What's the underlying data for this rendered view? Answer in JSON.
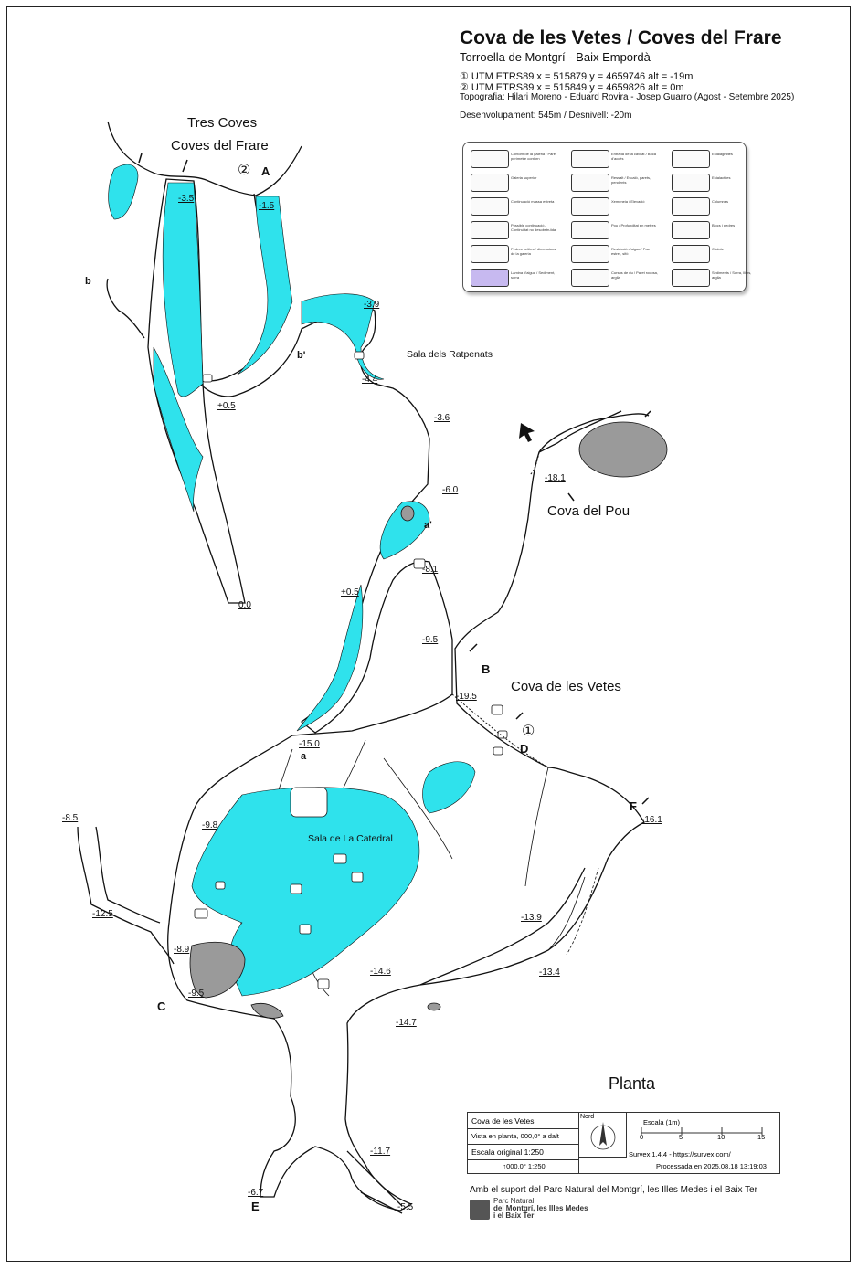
{
  "header": {
    "title": "Cova de les Vetes / Coves del Frare",
    "location": "Torroella de Montgrí - Baix Empordà",
    "utm1": "① UTM ETRS89  x = 515879  y = 4659746   alt = -19m",
    "utm2": "② UTM ETRS89  x = 515849  y = 4659826   alt =   0m",
    "topography": "Topografia: Hilari Moreno - Eduard Rovira - Josep Guarro (Agost - Setembre 2025)",
    "development": "Desenvolupament: 545m  /  Desnivell: -20m"
  },
  "legend": {
    "items": [
      {
        "text": "Contorn de la galeria / Paret perímetre contorn"
      },
      {
        "text": "Entrada de la cavitat / Boca d'accés"
      },
      {
        "text": "Estalagmites"
      },
      {
        "text": "Galeria superior"
      },
      {
        "text": "Ressalt / Escaló, parets, pendents"
      },
      {
        "text": "Estalactites"
      },
      {
        "text": "Continuació massa estreta"
      },
      {
        "text": "Xemeneia / Elevació"
      },
      {
        "text": "Columnes"
      },
      {
        "text": "Possible continuació / Continuïtat no desobstruïda"
      },
      {
        "text": "Pou / Profunditat en metres"
      },
      {
        "text": "Blocs i pedres"
      },
      {
        "text": "Pedres petites / dimensions de la galeria"
      },
      {
        "text": "Restricció d'aigua / Pas estret, sifó"
      },
      {
        "text": "Còdols"
      },
      {
        "text": "Làmina d'aigua / Sediment, sorra"
      },
      {
        "text": "Cursos de riu / Paret rocosa, argila"
      },
      {
        "text": "Sediments / Sorra, llims, argila"
      }
    ]
  },
  "map_labels": {
    "tres_coves": "Tres Coves",
    "coves_del_frare": "Coves del Frare",
    "cova_del_pou": "Cova del Pou",
    "cova_de_les_vetes": "Cova de les Vetes",
    "sala_ratpenats": "Sala dels Ratpenats",
    "sala_catedral": "Sala de La Catedral",
    "entrance_1": "①",
    "entrance_2": "②"
  },
  "letters": {
    "A": "A",
    "B": "B",
    "C": "C",
    "D": "D",
    "E": "E",
    "F": "F",
    "a": "a",
    "a_prime": "a'",
    "b": "b",
    "b_prime": "b'"
  },
  "depths": {
    "d1": "-3.5",
    "d2": "-1.5",
    "d3": "-3.9",
    "d4": "+0.5",
    "d5": "-4.4",
    "d6": "-3.6",
    "d7": "-6.0",
    "d8": "-8.1",
    "d9": "+0.5",
    "d10": "-9.5",
    "d11": "-19.5",
    "d12": "-15.0",
    "d13": "-18.1",
    "d14": "-16.1",
    "d15": "-8.5",
    "d16": "-9.8",
    "d17": "-12.5",
    "d18": "-8.9",
    "d19": "-9.5",
    "d20": "-13.9",
    "d21": "-14.6",
    "d22": "-13.4",
    "d23": "-14.7",
    "d24": "-11.7",
    "d25": "-6.7",
    "d26": "-5.5",
    "d27": "0.0"
  },
  "planta": "Planta",
  "infobox": {
    "name": "Cova de les Vetes",
    "view": "Vista en planta, 000,0° a dalt",
    "scale_orig": "Escala original 1:250",
    "bottom": "↑000,0° 1:250",
    "north": "Nord",
    "scale_label": "Escala (1m)",
    "ticks": [
      "0",
      "5",
      "10",
      "15"
    ],
    "software": "Survex 1.4.4 - https://survex.com/",
    "processed": "Processada en 2025.08.18 13:19:03"
  },
  "support": "Amb el suport del Parc Natural del Montgrí,  les Illes Medes i el Baix Ter",
  "park": {
    "line1": "Parc Natural",
    "line2": "del Montgrí, les Illes Medes",
    "line3": "i el Baix Ter"
  },
  "colors": {
    "water": "#2fe2ec",
    "rock": "#9a9a9a",
    "line": "#111111"
  }
}
